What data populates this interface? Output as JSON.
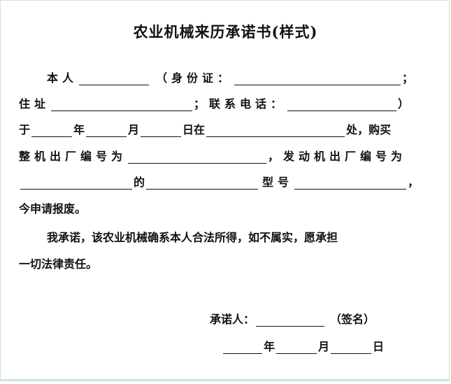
{
  "title": "农业机械来历承诺书(样式)",
  "line1": {
    "a": "本人",
    "b": "（身份证：",
    "c": "；"
  },
  "line2": {
    "a": "住址",
    "b": "；联系电话：",
    "c": "）"
  },
  "line3": {
    "a": "于",
    "b": "年",
    "c": "月",
    "d": "日在",
    "e": "处，购买"
  },
  "line4": {
    "a": "整机出厂编号为",
    "b": "，发动机出厂编号为"
  },
  "line5": {
    "a": "的",
    "b": "型号",
    "c": "，"
  },
  "line6": {
    "a": "今申请报废。"
  },
  "line7": {
    "a": "我承诺，该农业机械确系本人合法所得，如不属实，愿承担"
  },
  "line8": {
    "a": "一切法律责任。"
  },
  "sign": {
    "label": "承诺人：",
    "note": "（签名）"
  },
  "date": {
    "y": "年",
    "m": "月",
    "d": "日"
  }
}
